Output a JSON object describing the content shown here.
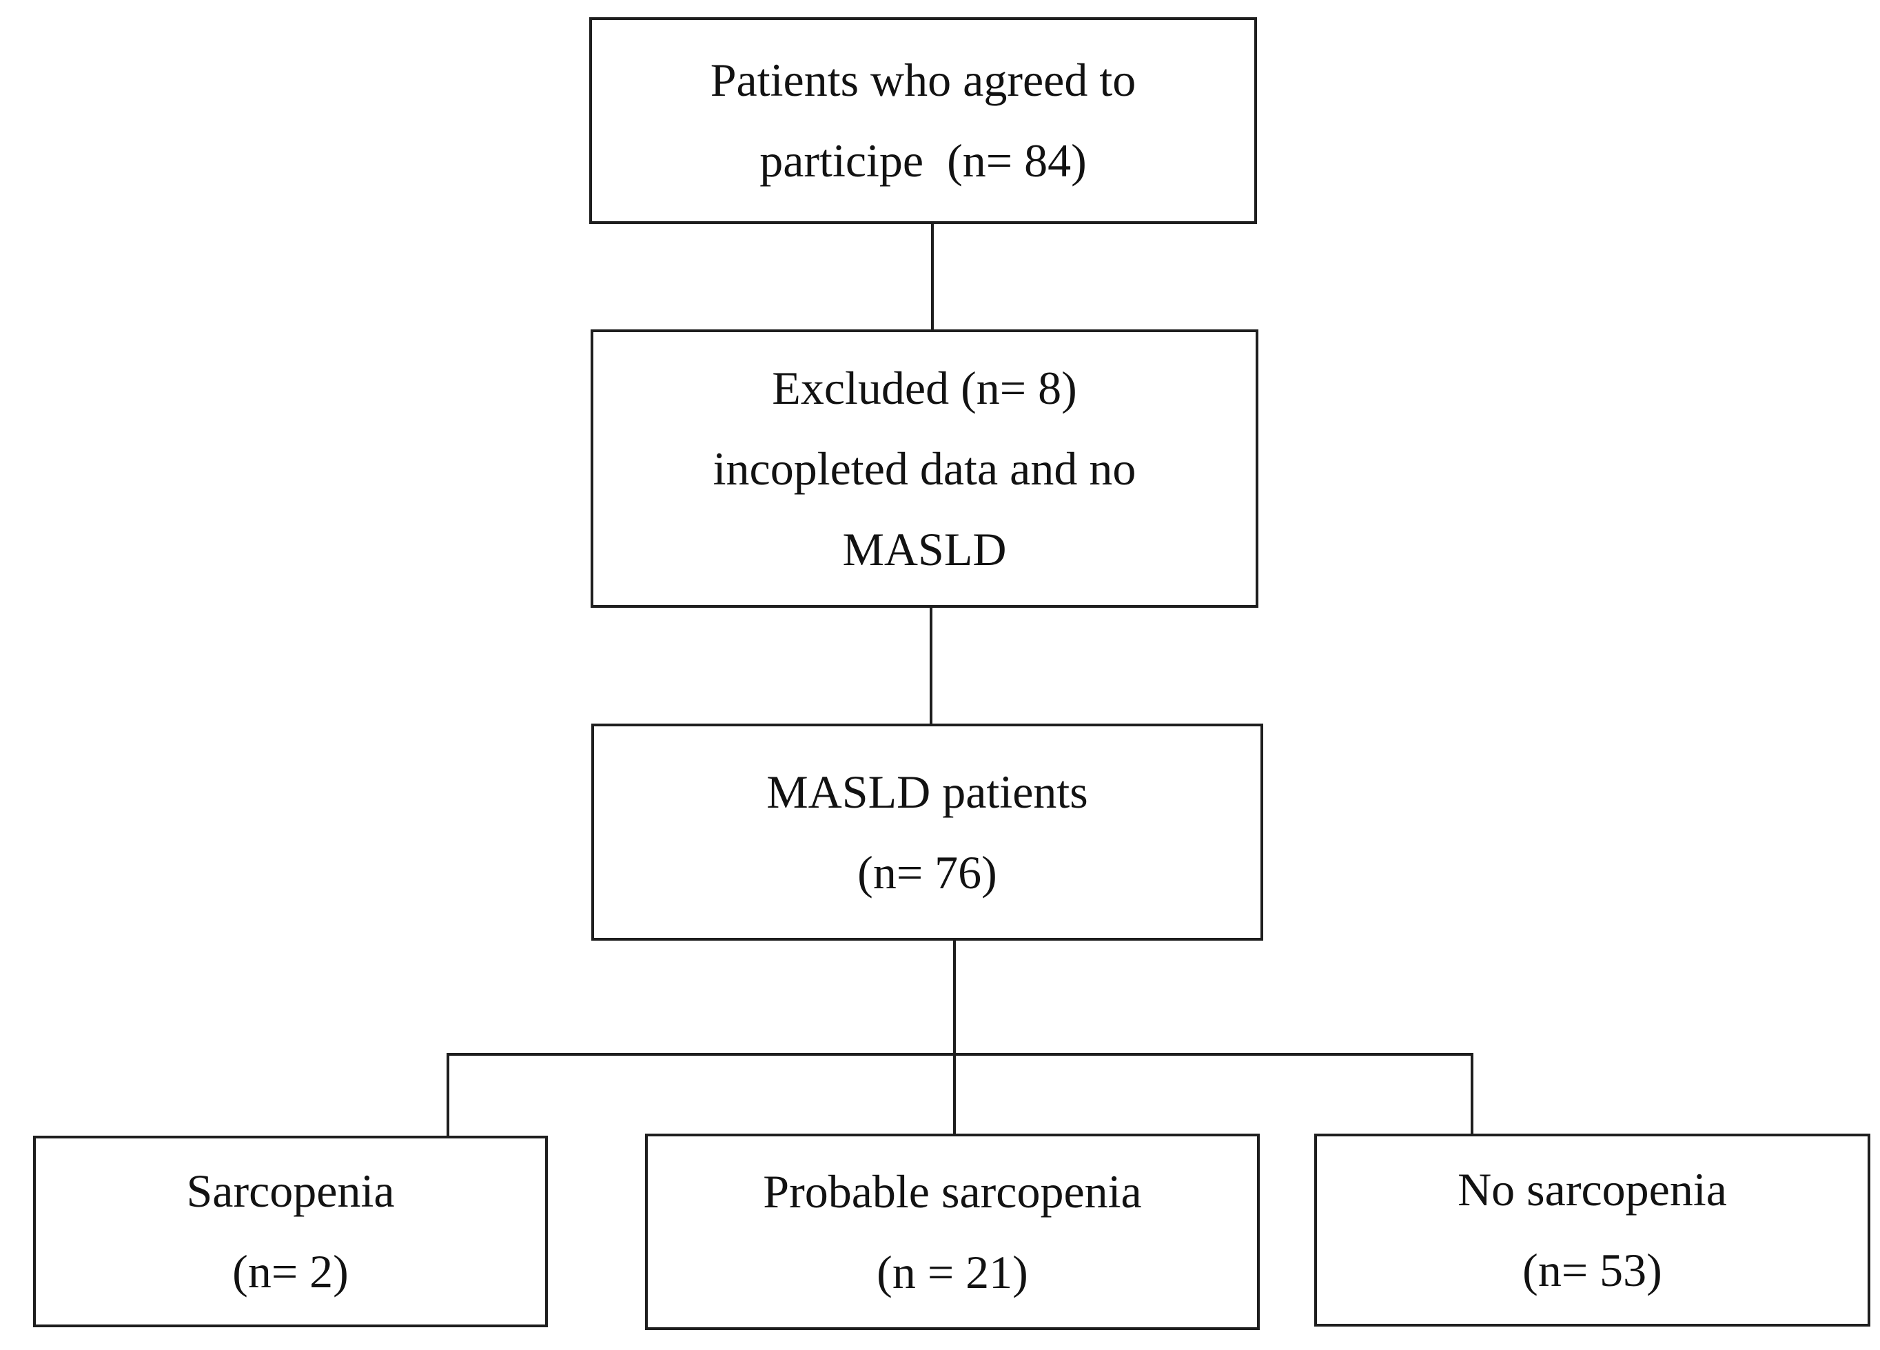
{
  "diagram": {
    "type": "flowchart",
    "colors": {
      "background": "#ffffff",
      "border": "#1e1e1e",
      "text": "#121212"
    },
    "nodes": {
      "agreed": {
        "n": 84,
        "lines": [
          "Patients who agreed to",
          "participe  (n= 84)"
        ]
      },
      "excluded": {
        "n": 8,
        "lines": [
          "Excluded (n= 8)",
          "incopleted data and no",
          "MASLD"
        ]
      },
      "masld": {
        "n": 76,
        "lines": [
          "MASLD patients",
          "(n= 76)"
        ]
      },
      "sarcopenia": {
        "n": 2,
        "lines": [
          "Sarcopenia",
          "(n= 2)"
        ]
      },
      "probable_sarcopenia": {
        "n": 21,
        "lines": [
          "Probable sarcopenia",
          "(n = 21)"
        ]
      },
      "no_sarcopenia": {
        "n": 53,
        "lines": [
          "No sarcopenia",
          "(n= 53)"
        ]
      }
    },
    "edges": [
      {
        "from": "agreed",
        "to": "excluded"
      },
      {
        "from": "excluded",
        "to": "masld"
      },
      {
        "from": "masld",
        "to": "sarcopenia"
      },
      {
        "from": "masld",
        "to": "probable_sarcopenia"
      },
      {
        "from": "masld",
        "to": "no_sarcopenia"
      }
    ]
  }
}
